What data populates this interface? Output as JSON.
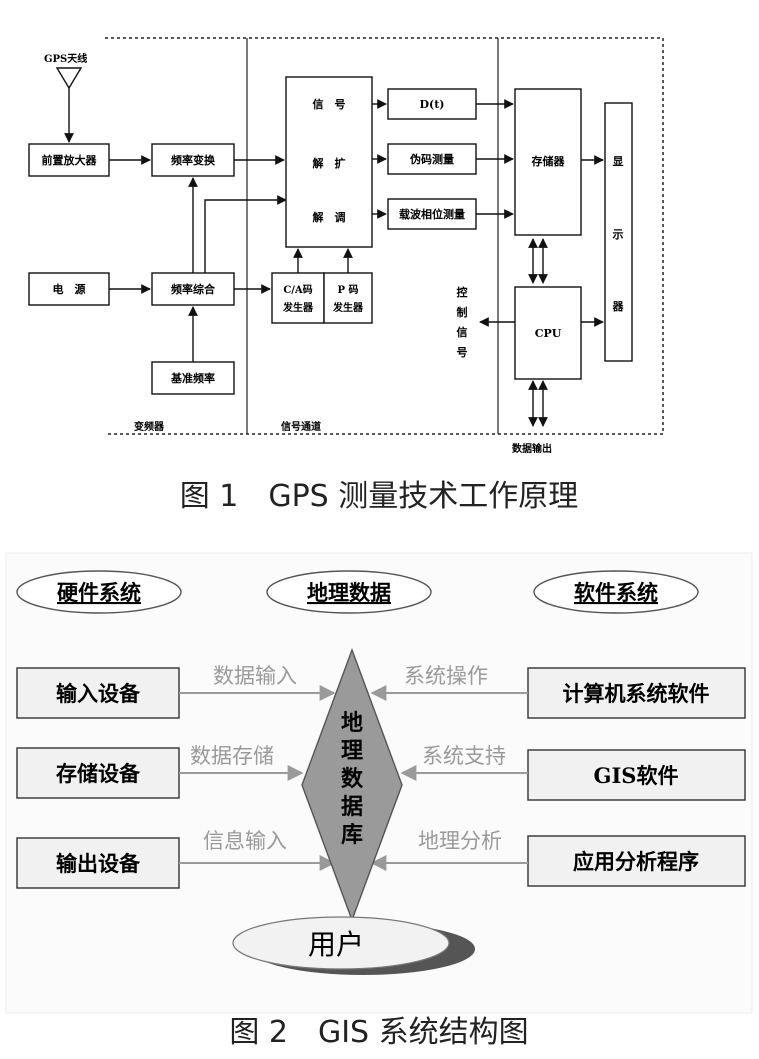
{
  "figure1": {
    "antenna": "GPS天线",
    "preamp": "前置放大器",
    "power": "电　源",
    "freq_convert": "频率变换",
    "freq_synth": "频率综合",
    "ref_freq": "基准频率",
    "signal_col": [
      "信　号",
      "解　扩",
      "解　调"
    ],
    "dt": "D(t)",
    "pseudo": "伪码测量",
    "carrier": "载波相位测量",
    "ca_gen": [
      "C/A码",
      "发生器"
    ],
    "p_gen": [
      "P 码",
      "发生器"
    ],
    "storage": "存储器",
    "cpu": "CPU",
    "display": [
      "显",
      "示",
      "器"
    ],
    "control": [
      "控",
      "制",
      "信",
      "号"
    ],
    "freq_changer": "变频器",
    "channel": "信号通道",
    "data_out": "数据输出",
    "caption": "图 1　GPS 测量技术工作原理"
  },
  "figure2": {
    "hw": "硬件系统",
    "geo": "地理数据",
    "sw": "软件系统",
    "left_boxes": [
      "输入设备",
      "存储设备",
      "输出设备"
    ],
    "left_labels": [
      "数据输入",
      "数据存储",
      "信息输入"
    ],
    "right_boxes": [
      "计算机系统软件",
      "GIS软件",
      "应用分析程序"
    ],
    "right_labels": [
      "系统操作",
      "系统支持",
      "地理分析"
    ],
    "db": [
      "地",
      "理",
      "数",
      "据",
      "库"
    ],
    "user": "用户",
    "caption": "图 2　GIS 系统结构图"
  }
}
